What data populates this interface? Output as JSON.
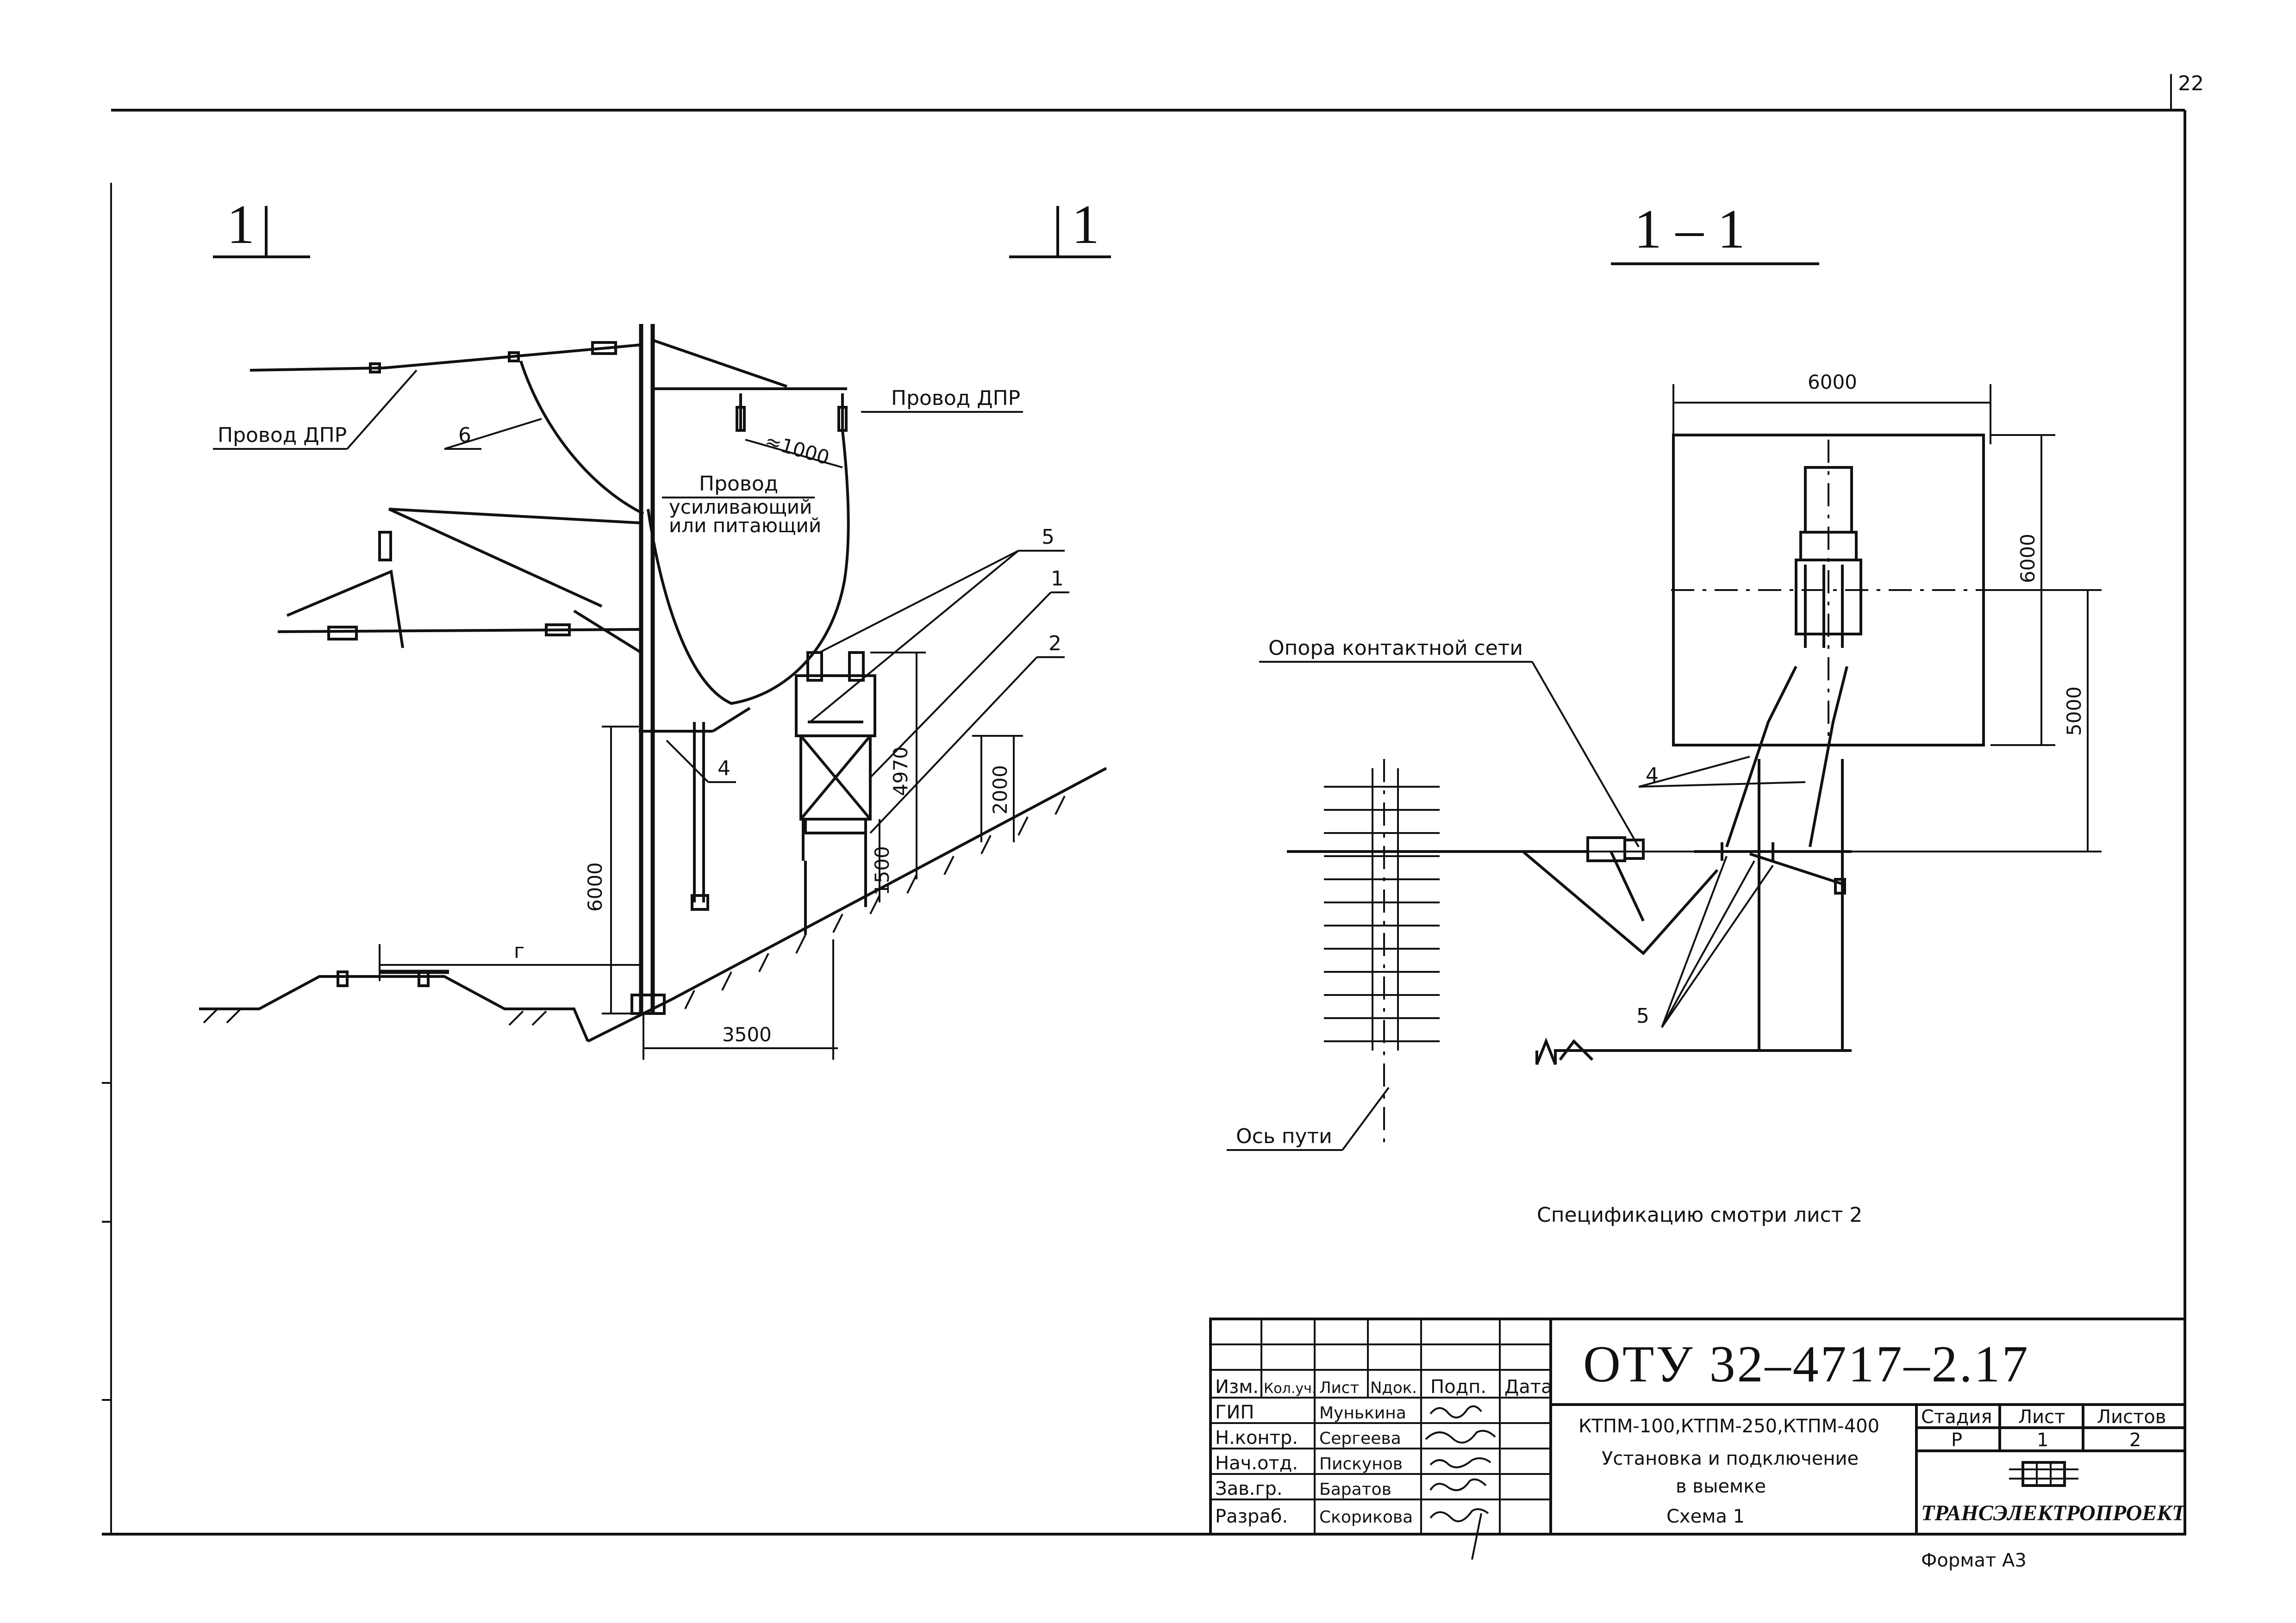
{
  "sheet_number": "22",
  "section_left": {
    "mark_left": "1",
    "mark_right": "1"
  },
  "section_right": {
    "title": "1 – 1"
  },
  "left_view": {
    "label_wire_dpr_left": "Провод ДПР",
    "label_wire_dpr_right": "Провод ДПР",
    "label_6": "6",
    "label_wire_1": "Провод",
    "label_wire_2": "усиливающий",
    "label_wire_3": "или питающий",
    "label_1000": "≈1000",
    "label_5": "5",
    "label_1": "1",
    "label_2": "2",
    "label_4": "4",
    "label_r": "г",
    "dim_6000": "6000",
    "dim_3500": "3500",
    "dim_4970": "4970",
    "dim_2000": "2000",
    "dim_1500": "1500"
  },
  "right_view": {
    "dim_6000_top": "6000",
    "dim_6000_side": "6000",
    "dim_5000_side": "5000",
    "label_support": "Опора контактной сети",
    "label_4": "4",
    "label_5": "5",
    "label_track_axis": "Ось пути"
  },
  "spec_note": "Спецификацию смотри лист 2",
  "title_block": {
    "doc_code": "ОТУ 32–4717–2.17",
    "headers": [
      "Изм.",
      "Кол.уч.",
      "Лист",
      "Nдок.",
      "Подп.",
      "Дата"
    ],
    "roles": [
      {
        "role": "ГИП",
        "name": "Мунькина"
      },
      {
        "role": "Н.контр.",
        "name": "Сергеева"
      },
      {
        "role": "Нач.отд.",
        "name": "Пискунов"
      },
      {
        "role": "Зав.гр.",
        "name": "Баратов"
      },
      {
        "role": "Разраб.",
        "name": "Скорикова"
      }
    ],
    "product": "КТПМ-100,КТПМ-250,КТПМ-400",
    "description_1": "Установка и подключение",
    "description_2": "в выемке",
    "description_3": "Схема 1",
    "stage_label": "Стадия",
    "sheet_label": "Лист",
    "sheets_label": "Листов",
    "stage": "Р",
    "sheet": "1",
    "sheets": "2",
    "company": "ТРАНСЭЛЕКТРОПРОЕКТ",
    "format": "Формат А3"
  }
}
